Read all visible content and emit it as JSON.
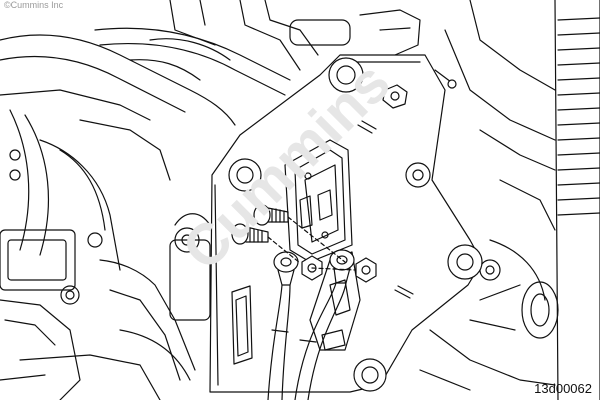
{
  "copyright": "©Cummins Inc",
  "figure_id": "13d00062",
  "watermark": "Cummins",
  "colors": {
    "line": "#111111",
    "background": "#ffffff",
    "watermark": "#e6e6e6",
    "copyright": "#9a9a9a"
  }
}
